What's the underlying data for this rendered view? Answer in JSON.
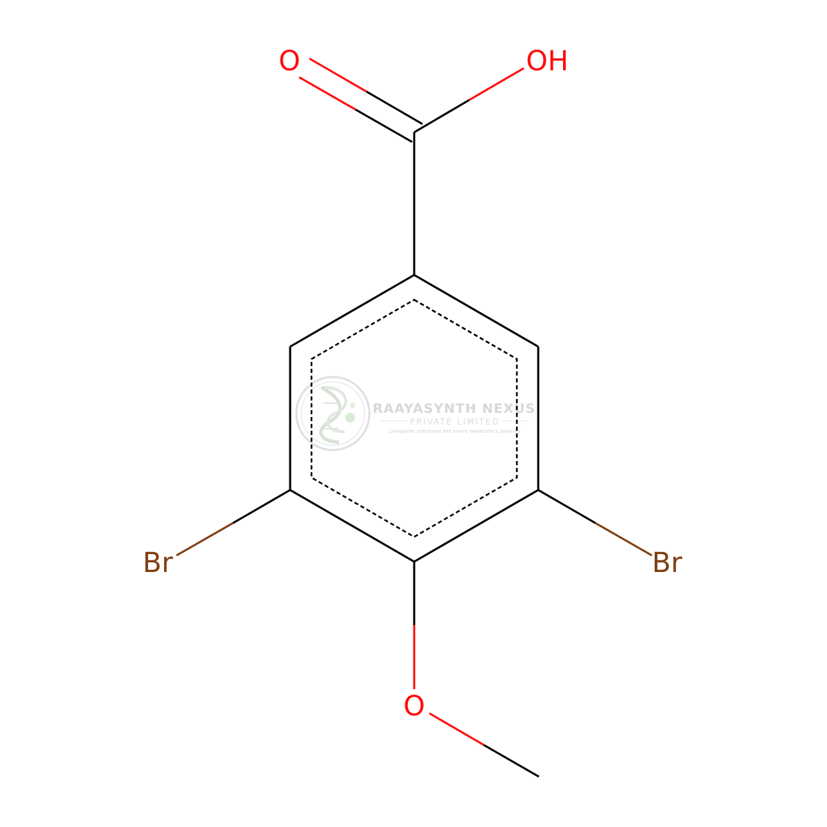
{
  "colors": {
    "bond": "#000000",
    "oxygen": "#ff0d0d",
    "bromine": "#7f3f13",
    "watermark": "#a9aeb0",
    "watermark_green": "#8bbf7a"
  },
  "atoms": {
    "carbonyl_o": "O",
    "hydroxyl": "OH",
    "bromine_left": "Br",
    "bromine_right": "Br",
    "methoxy_o": "O"
  },
  "watermark": {
    "company": "RAAYASYNTH NEXUS",
    "subtitle": "PRIVATE LIMITED",
    "tagline": "Complete solutions for every molecule's journey",
    "icon": "dna-logo-icon"
  }
}
